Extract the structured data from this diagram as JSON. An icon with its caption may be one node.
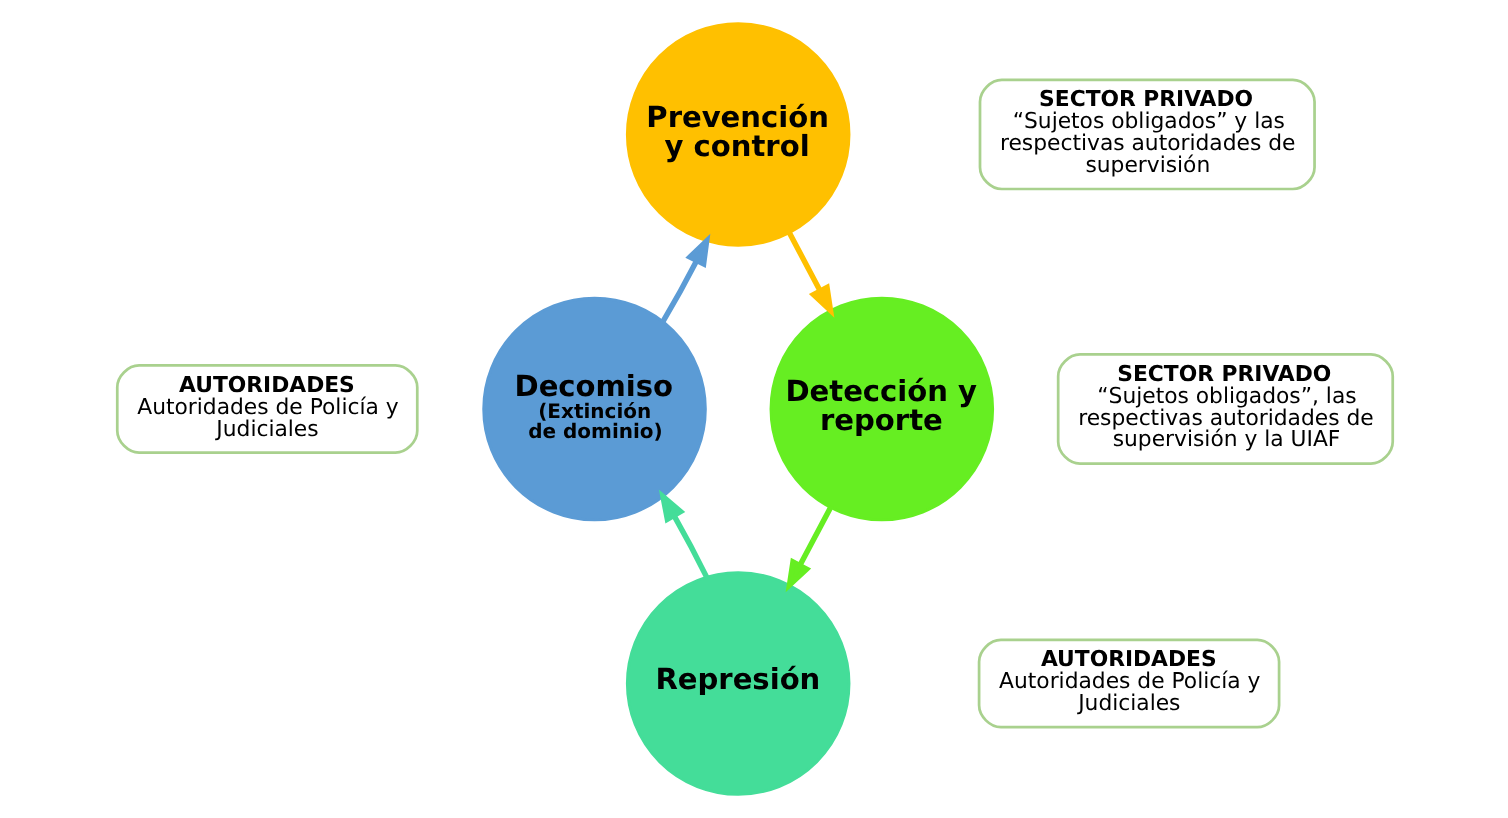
{
  "diagram": {
    "nodes": [
      {
        "text": [
          "Prevención y control"
        ]
      },
      {
        "text": [
          "Detección y reporte"
        ]
      },
      {
        "text": [
          "Represión"
        ]
      },
      {
        "text": [
          "Decomiso",
          "(Extinción de dominio)"
        ]
      },
      {
        "text": [
          "SECTOR PRIVADO",
          "“Sujetos obligados” y las respectivas autoridades de supervisión"
        ]
      },
      {
        "text": [
          "SECTOR PRIVADO",
          "“Sujetos obligados”, las respectivas autoridades de supervisión y la UIAF"
        ]
      },
      {
        "text": [
          "AUTORIDADES",
          "Autoridades de Policía y Judiciales"
        ]
      },
      {
        "text": [
          "AUTORIDADES",
          "Autoridades de Policía y Judiciales"
        ]
      }
    ],
    "edges": [
      {
        "from": 0,
        "to": 1,
        "arrow": "to",
        "color": "#ffc000"
      },
      {
        "from": 1,
        "to": 2,
        "arrow": "to",
        "color": "#66ee22"
      },
      {
        "from": 2,
        "to": 3,
        "arrow": "to",
        "color": "#44dd99"
      },
      {
        "from": 3,
        "to": 0,
        "arrow": "to",
        "color": "#5b9bd5"
      }
    ]
  }
}
